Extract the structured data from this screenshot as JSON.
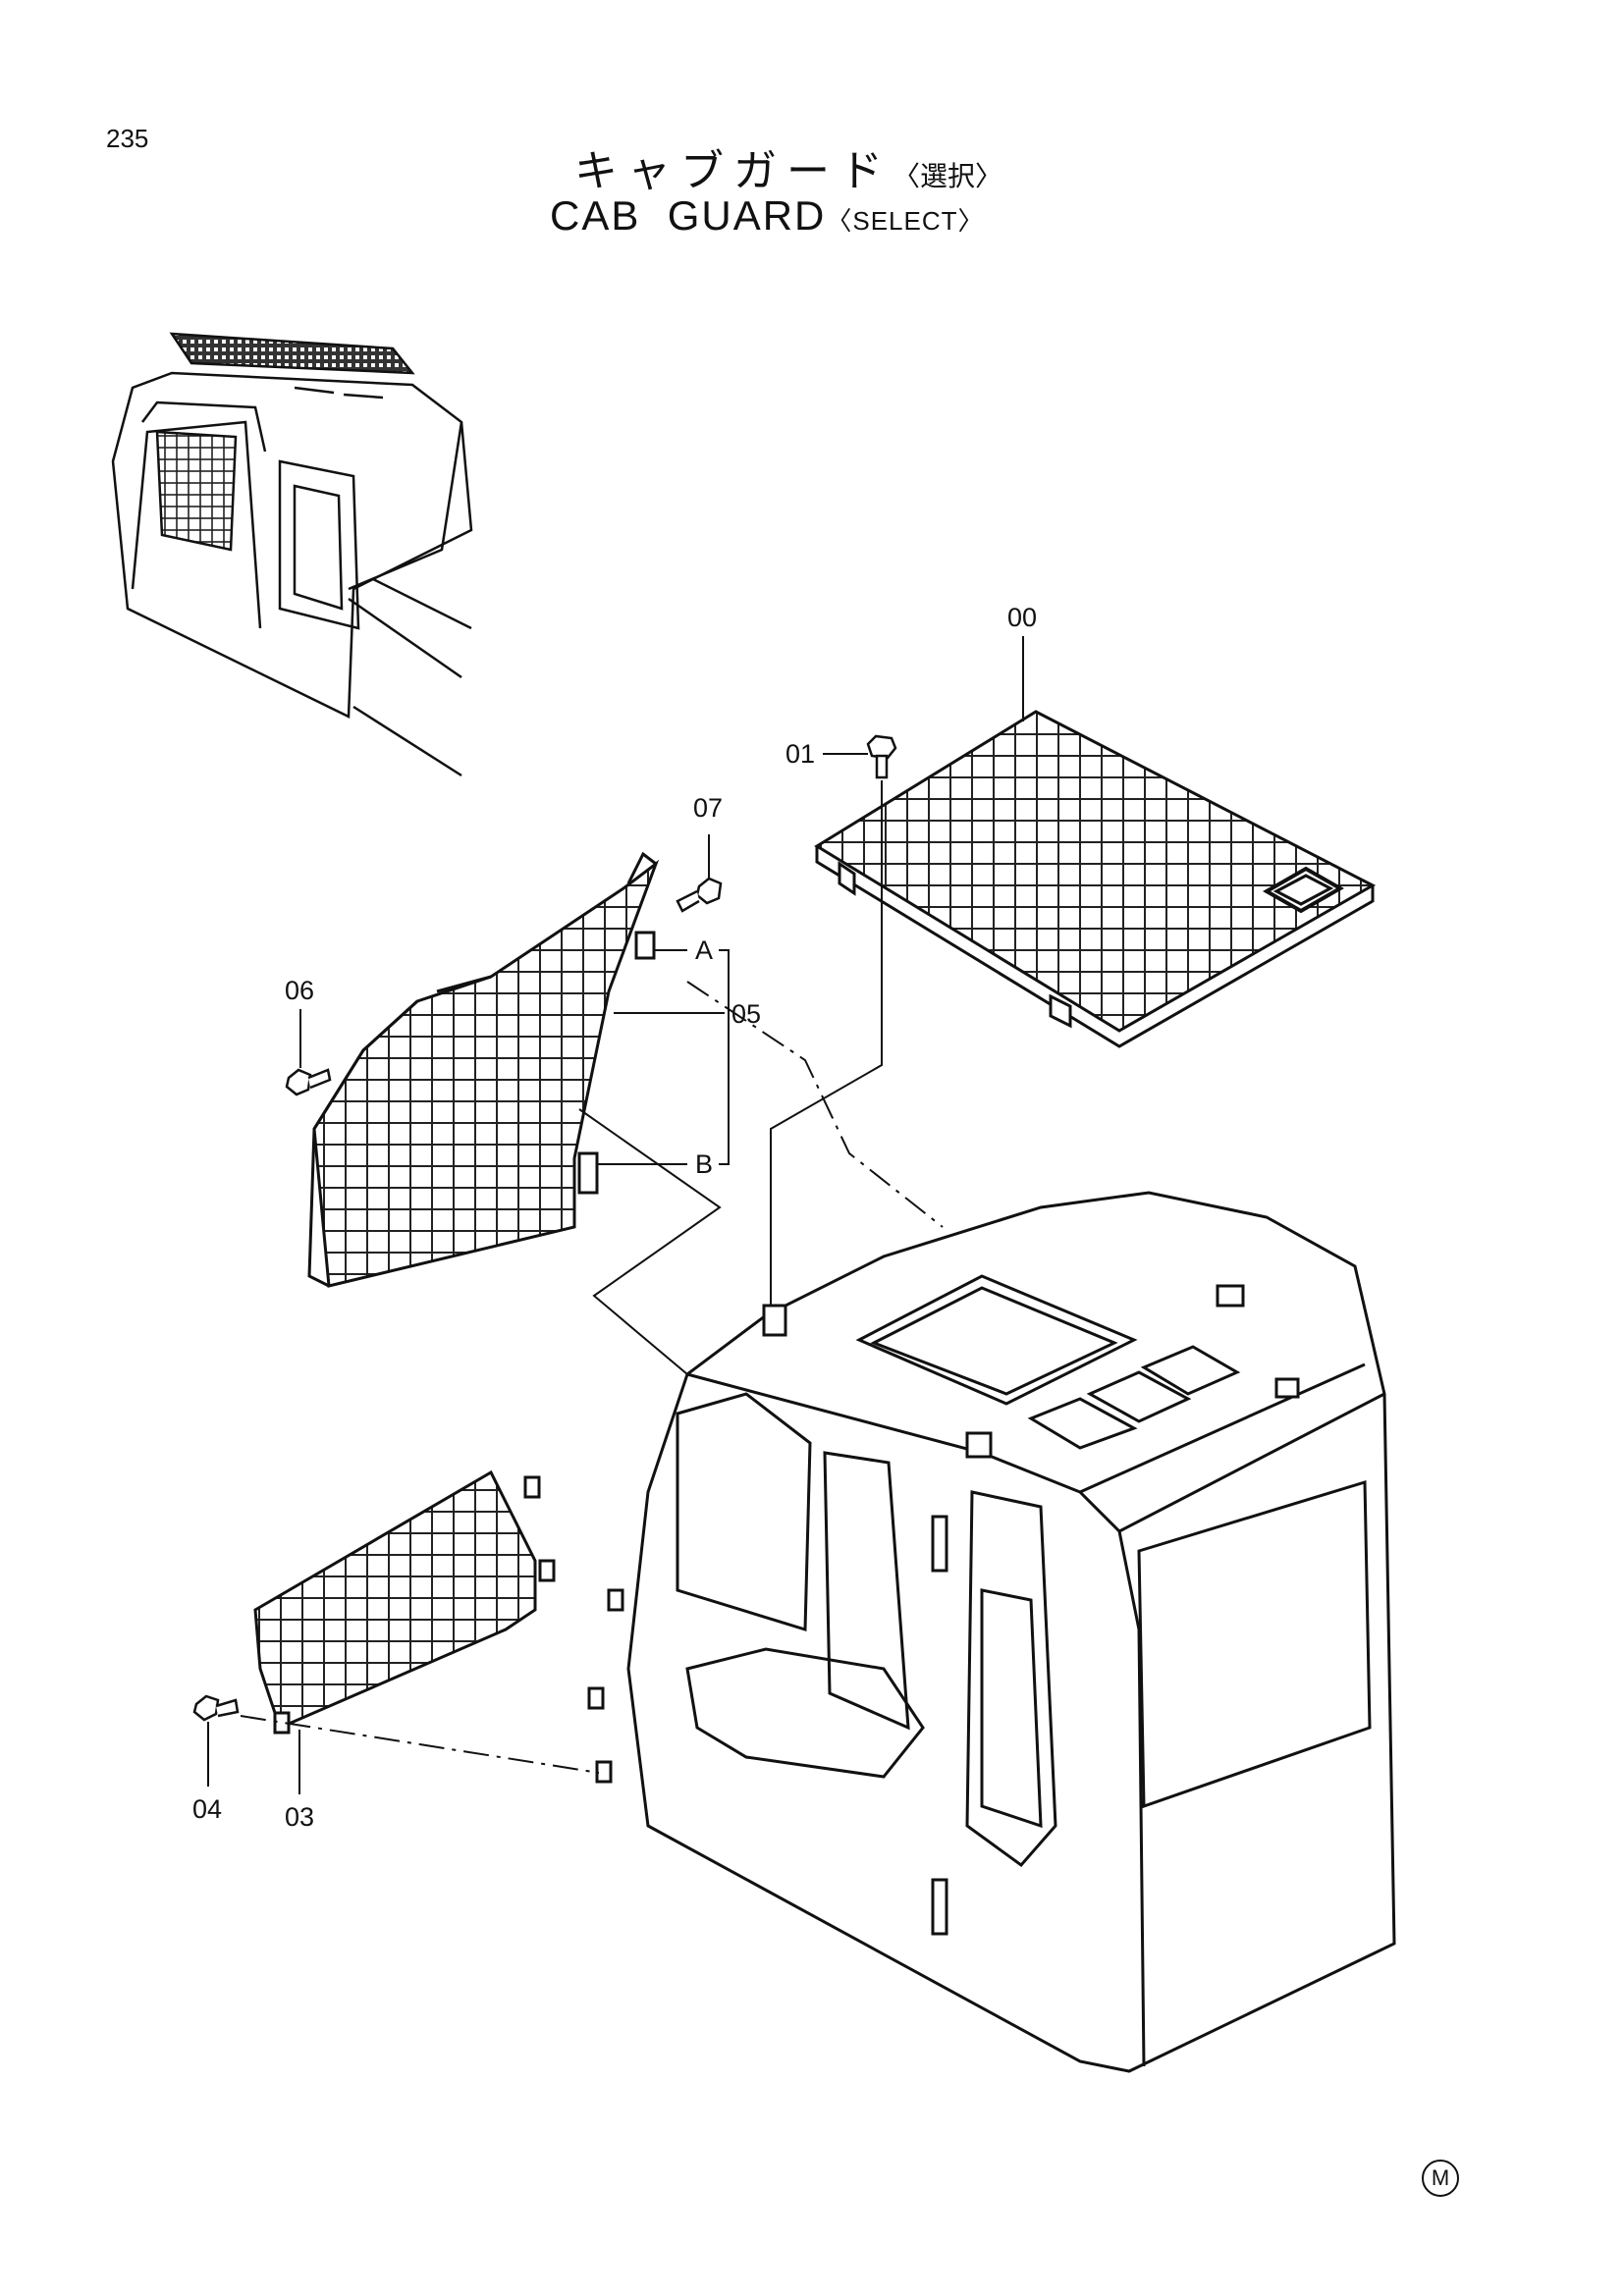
{
  "page": {
    "number": "235"
  },
  "title": {
    "japanese": "キャブガード",
    "japanese_qualifier": "〈選択〉",
    "english": "CAB  GUARD",
    "english_qualifier": "〈SELECT〉"
  },
  "callouts": {
    "c00": "00",
    "c01": "01",
    "c03": "03",
    "c04": "04",
    "c05": "05",
    "c06": "06",
    "c07": "07",
    "refA": "A",
    "refB": "B"
  },
  "footer": {
    "mark": "M"
  }
}
